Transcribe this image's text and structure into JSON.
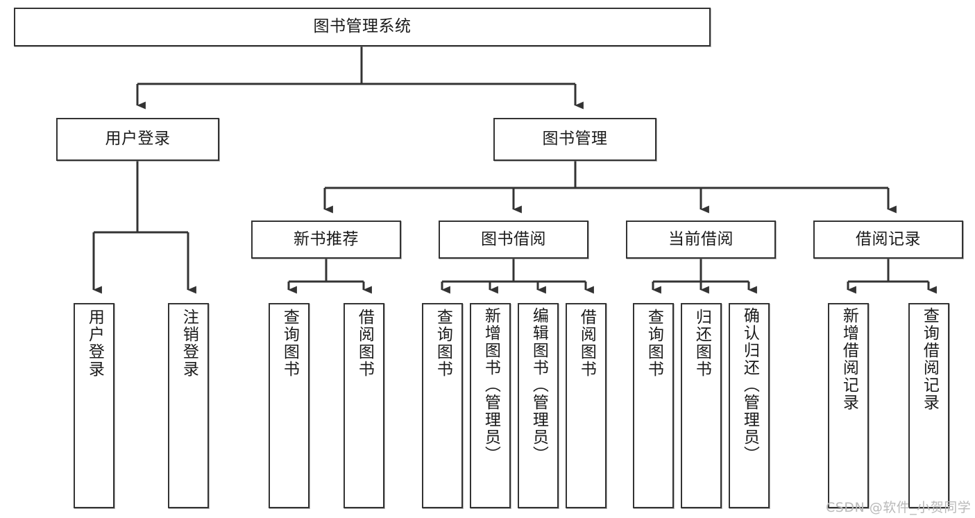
{
  "diagram": {
    "title": "图书管理系统",
    "type": "tree-hierarchy-diagram",
    "root": {
      "id": "root",
      "label": "图书管理系统"
    },
    "level2": [
      {
        "id": "user-login",
        "label": "用户登录"
      },
      {
        "id": "book-manage",
        "label": "图书管理"
      }
    ],
    "level3": [
      {
        "id": "new-book-recommend",
        "label": "新书推荐"
      },
      {
        "id": "book-borrow",
        "label": "图书借阅"
      },
      {
        "id": "current-borrow",
        "label": "当前借阅"
      },
      {
        "id": "borrow-record",
        "label": "借阅记录"
      }
    ],
    "leaves": {
      "user_login": [
        {
          "id": "leaf-user-login",
          "label": "用户登录"
        },
        {
          "id": "leaf-logout-login",
          "label": "注销登录"
        }
      ],
      "new_book_recommend": [
        {
          "id": "leaf-query-book-1",
          "label": "查询图书"
        },
        {
          "id": "leaf-borrow-book-1",
          "label": "借阅图书"
        }
      ],
      "book_borrow": [
        {
          "id": "leaf-query-book-2",
          "label": "查询图书"
        },
        {
          "id": "leaf-add-book-admin",
          "label": "新增图书（管理员）"
        },
        {
          "id": "leaf-edit-book-admin",
          "label": "编辑图书（管理员）"
        },
        {
          "id": "leaf-borrow-book-2",
          "label": "借阅图书"
        }
      ],
      "current_borrow": [
        {
          "id": "leaf-query-book-3",
          "label": "查询图书"
        },
        {
          "id": "leaf-return-book",
          "label": "归还图书"
        },
        {
          "id": "leaf-confirm-return-admin",
          "label": "确认归还（管理员）"
        }
      ],
      "borrow_record": [
        {
          "id": "leaf-add-borrow-record",
          "label": "新增借阅记录"
        },
        {
          "id": "leaf-query-borrow-record",
          "label": "查询借阅记录"
        }
      ]
    }
  },
  "watermark": {
    "text": "CSDN @软件_小贺同学"
  },
  "colors": {
    "background": "#ffffff",
    "box_border": "#333333",
    "box_fill": "#ffffff",
    "text": "#1a1a1a",
    "edge": "#333333",
    "watermark": "#b9b9b9"
  }
}
